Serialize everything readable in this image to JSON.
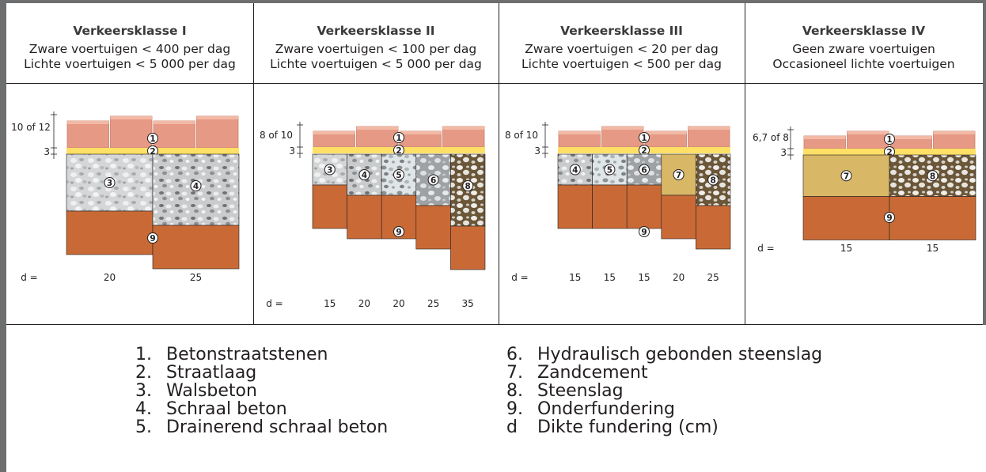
{
  "columns": [
    {
      "title": "Verkeersklasse I",
      "line1": "Zware voertuigen < 400 per dag",
      "line2": "Lichte voertuigen < 5 000 per dag"
    },
    {
      "title": "Verkeersklasse II",
      "line1": "Zware voertuigen < 100 per dag",
      "line2": "Lichte voertuigen < 5 000 per dag"
    },
    {
      "title": "Verkeersklasse III",
      "line1": "Zware voertuigen < 20 per dag",
      "line2": "Lichte voertuigen < 500 per dag"
    },
    {
      "title": "Verkeersklasse IV",
      "line1": "Geen zware voertuigen",
      "line2": "Occasioneel lichte voertuigen"
    }
  ],
  "paver_thickness": [
    "10 of 12",
    "8 of 10",
    "8 of 10",
    "6,7 of 8"
  ],
  "bedding_thickness": "3",
  "d_label": "d =",
  "structures": [
    {
      "bases": [
        {
          "layer": "3",
          "d": "20"
        },
        {
          "layer": "4",
          "d": "25"
        }
      ]
    },
    {
      "bases": [
        {
          "layer": "3",
          "d": "15"
        },
        {
          "layer": "4",
          "d": "20"
        },
        {
          "layer": "5",
          "d": "20"
        },
        {
          "layer": "6",
          "d": "25"
        },
        {
          "layer": "8",
          "d": "35"
        }
      ]
    },
    {
      "bases": [
        {
          "layer": "4",
          "d": "15"
        },
        {
          "layer": "5",
          "d": "15"
        },
        {
          "layer": "6",
          "d": "15"
        },
        {
          "layer": "7",
          "d": "20"
        },
        {
          "layer": "8",
          "d": "25"
        }
      ]
    },
    {
      "bases": [
        {
          "layer": "7",
          "d": "15"
        },
        {
          "layer": "8",
          "d": "15"
        }
      ]
    }
  ],
  "legend": [
    {
      "num": "1.",
      "label": "Betonstraatstenen"
    },
    {
      "num": "2.",
      "label": "Straatlaag"
    },
    {
      "num": "3.",
      "label": "Walsbeton"
    },
    {
      "num": "4.",
      "label": "Schraal beton"
    },
    {
      "num": "5.",
      "label": "Drainerend schraal beton"
    },
    {
      "num": "6.",
      "label": "Hydraulisch gebonden steenslag"
    },
    {
      "num": "7.",
      "label": "Zandcement"
    },
    {
      "num": "8.",
      "label": "Steenslag"
    },
    {
      "num": "9.",
      "label": "Onderfundering"
    },
    {
      "num": "d",
      "label": "Dikte fundering (cm)"
    }
  ],
  "colors": {
    "paver": "#e69a86",
    "paver_top": "#f2b9a6",
    "bedding": "#ffe066",
    "concrete": "#c8cacc",
    "lean": "#b9bbbd",
    "drain": "#c2c6c8",
    "hydraulic": "#a9adb0",
    "sandcement": "#d8b766",
    "gravel": "#7a6447",
    "subbase": "#c96a36",
    "frame": "#6d6e70"
  }
}
